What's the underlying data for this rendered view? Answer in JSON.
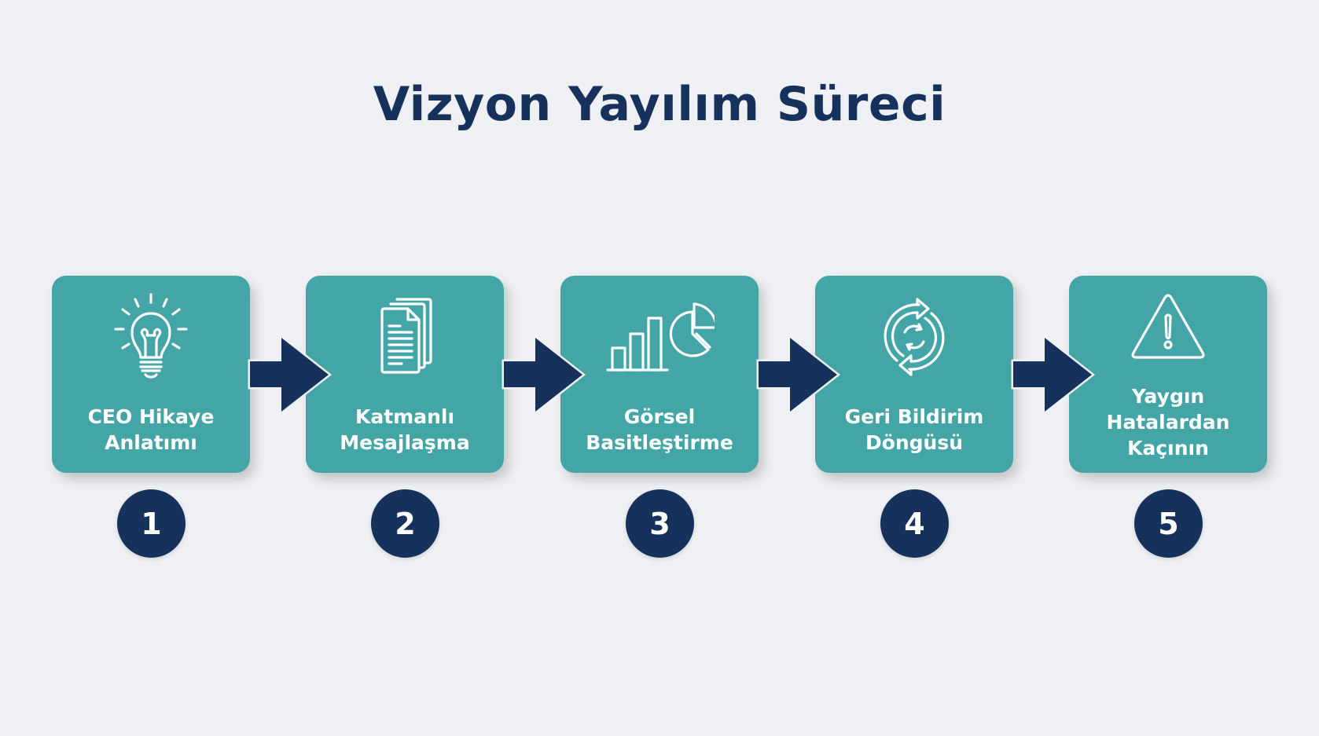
{
  "title": "Vizyon Yayılım Süreci",
  "colors": {
    "background": "#eff0f3",
    "box": "#43a5a6",
    "navy": "#16315b",
    "text_on_box": "#ffffff"
  },
  "steps": [
    {
      "number": "1",
      "label": "CEO Hikaye\nAnlatımı",
      "icon": "lightbulb-icon"
    },
    {
      "number": "2",
      "label": "Katmanlı\nMesajlaşma",
      "icon": "documents-icon"
    },
    {
      "number": "3",
      "label": "Görsel\nBasitleştirme",
      "icon": "bar-pie-chart-icon"
    },
    {
      "number": "4",
      "label": "Geri Bildirim\nDöngüsü",
      "icon": "refresh-cycle-icon"
    },
    {
      "number": "5",
      "label": "Yaygın\nHatalardan\nKaçının",
      "icon": "warning-triangle-icon"
    }
  ],
  "connectors": [
    {
      "from": "1",
      "to": "2",
      "icon": "arrow-right-icon"
    },
    {
      "from": "2",
      "to": "3",
      "icon": "arrow-right-icon"
    },
    {
      "from": "3",
      "to": "4",
      "icon": "arrow-right-icon"
    },
    {
      "from": "4",
      "to": "5",
      "icon": "arrow-right-icon"
    }
  ]
}
